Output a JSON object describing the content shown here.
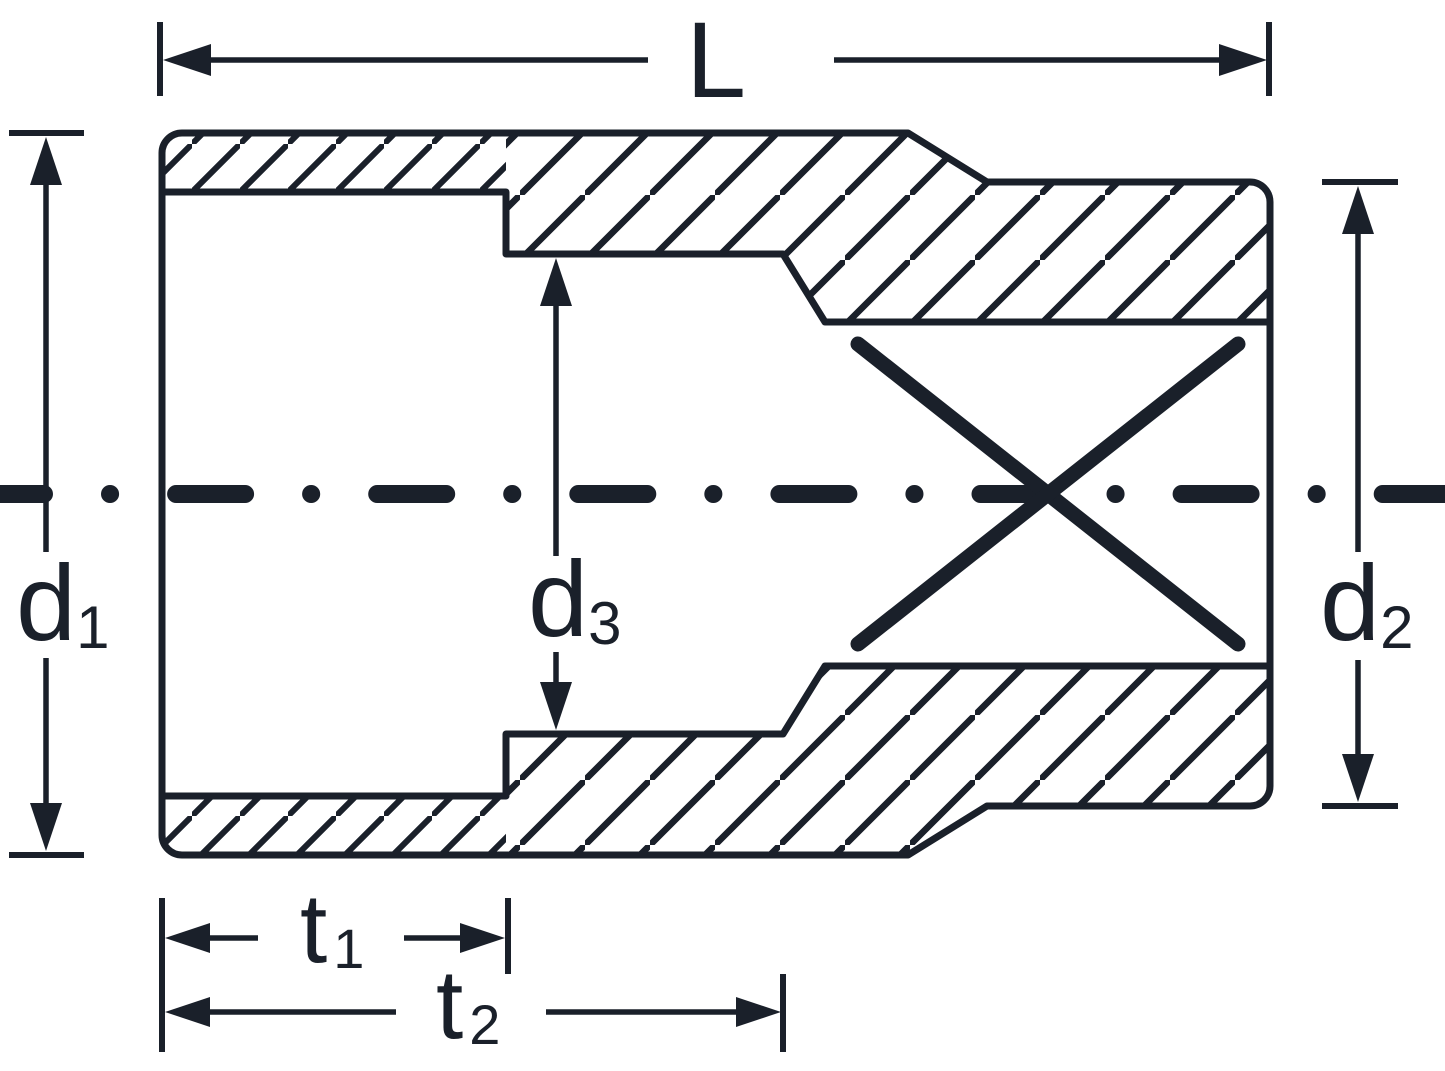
{
  "figure": {
    "type": "technical-drawing",
    "subject": "Socket cross-section with dimension annotations",
    "ink_color": "#1a202a",
    "background_color": "#ffffff"
  },
  "dimensions": {
    "length": {
      "label": "L"
    },
    "d1": {
      "base": "d",
      "sub": "1"
    },
    "d2": {
      "base": "d",
      "sub": "2"
    },
    "d3": {
      "base": "d",
      "sub": "3"
    },
    "t1": {
      "base": "t",
      "sub": "1"
    },
    "t2": {
      "base": "t",
      "sub": "2"
    }
  }
}
